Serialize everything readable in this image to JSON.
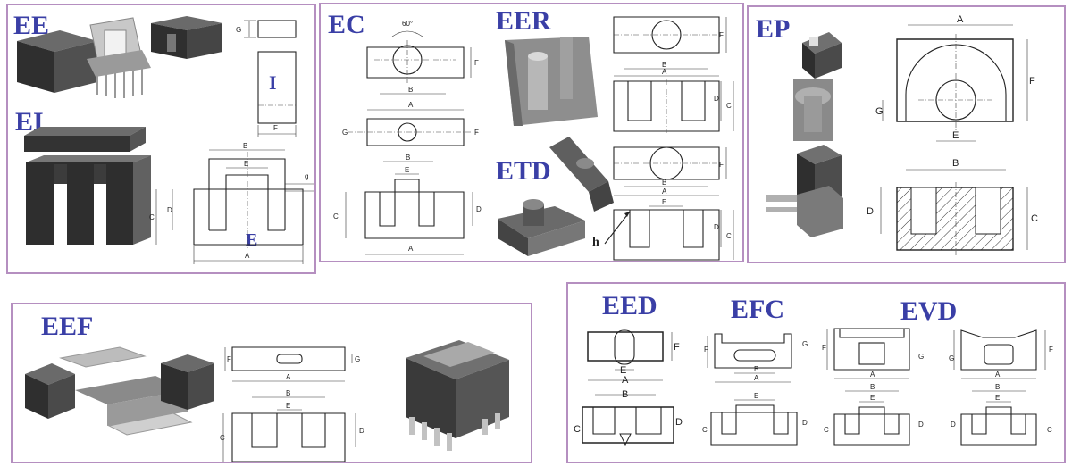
{
  "title": "",
  "panels": {
    "ee_ei": {
      "title_ee": "EE",
      "title_ei": "EI",
      "part_i": "I",
      "part_e": "E",
      "dims": {
        "g": "G",
        "f": "F",
        "b": "B",
        "e": "E",
        "d": "D",
        "c": "C",
        "a": "A",
        "gap": "g"
      }
    },
    "ec_eer_etd": {
      "title_ec": "EC",
      "title_eer": "EER",
      "title_etd": "ETD",
      "angle": "60°",
      "h": "h",
      "dims": {
        "f": "F",
        "b": "B",
        "a": "A",
        "g": "G",
        "e": "E",
        "c": "C",
        "d": "D"
      }
    },
    "ep": {
      "title": "EP",
      "dims": {
        "a": "A",
        "f": "F",
        "g": "G",
        "e": "E",
        "b": "B",
        "d": "D",
        "c": "C"
      }
    },
    "eef": {
      "title": "EEF",
      "dims": {
        "f": "F",
        "g": "G",
        "a": "A",
        "b": "B",
        "e": "E",
        "c": "C",
        "d": "D"
      }
    },
    "eed_efc_evd": {
      "title_eed": "EED",
      "title_efc": "EFC",
      "title_evd": "EVD",
      "dims": {
        "f": "F",
        "e": "E",
        "a": "A",
        "b": "B",
        "c": "C",
        "d": "D",
        "g": "G"
      }
    }
  },
  "colors": {
    "border": "#b58fc0",
    "title": "#3a3fa6",
    "core_dark": "#3a3a3a",
    "core_grey": "#8d8d8d"
  }
}
